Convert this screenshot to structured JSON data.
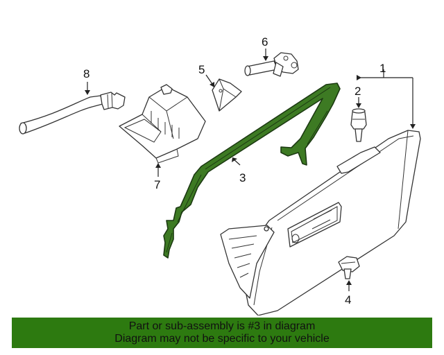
{
  "diagram": {
    "callouts": [
      "1",
      "2",
      "3",
      "4",
      "5",
      "6",
      "7",
      "8"
    ],
    "highlight_color": "#3d7a23"
  },
  "banner": {
    "line1": "Part or sub-assembly is #3 in diagram",
    "line2": "Diagram may not be specific to your vehicle",
    "background": "#2d7a10"
  }
}
